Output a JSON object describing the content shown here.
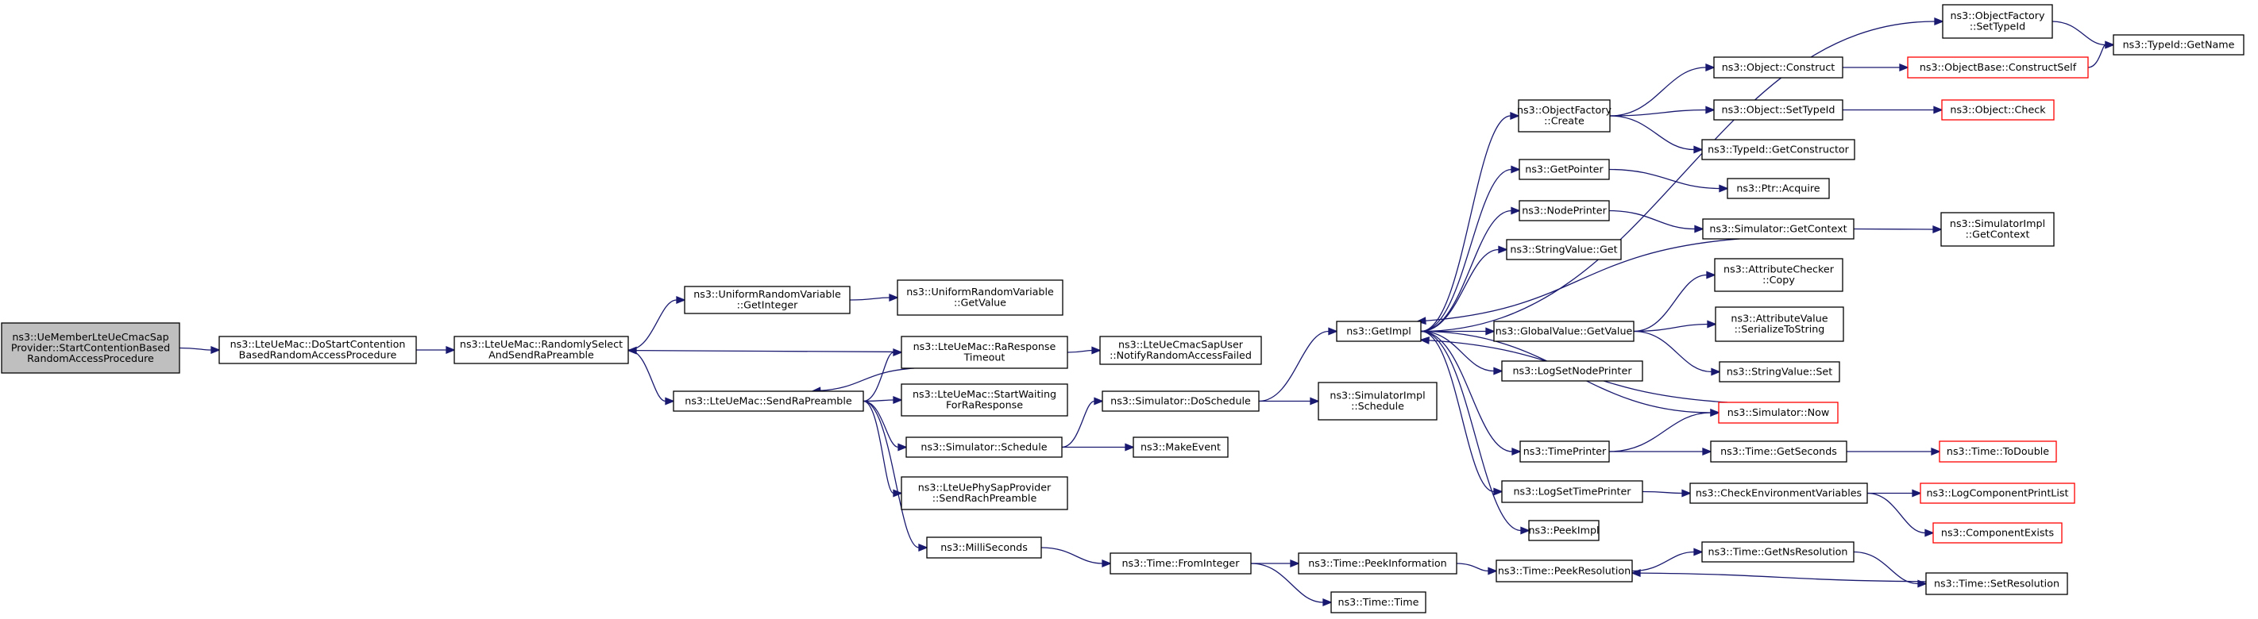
{
  "colors": {
    "edge": "#191970",
    "box_border": "#000000",
    "box_border_external": "#ff0000",
    "root_fill": "#bfbfbf",
    "box_fill": "#ffffff",
    "text": "#000000"
  },
  "nodes": [
    {
      "id": "root",
      "lines": [
        "ns3::UeMemberLteUeCmacSap",
        "Provider::StartContentionBased",
        "RandomAccessProcedure"
      ],
      "style": "root"
    },
    {
      "id": "doStart",
      "lines": [
        "ns3::LteUeMac::DoStartContention",
        "BasedRandomAccessProcedure"
      ],
      "style": "normal"
    },
    {
      "id": "randSel",
      "lines": [
        "ns3::LteUeMac::RandomlySelect",
        "AndSendRaPreamble"
      ],
      "style": "normal"
    },
    {
      "id": "urvGetInt",
      "lines": [
        "ns3::UniformRandomVariable",
        "::GetInteger"
      ],
      "style": "normal"
    },
    {
      "id": "urvGetVal",
      "lines": [
        "ns3::UniformRandomVariable",
        "::GetValue"
      ],
      "style": "normal"
    },
    {
      "id": "sendRa",
      "lines": [
        "ns3::LteUeMac::SendRaPreamble"
      ],
      "style": "normal"
    },
    {
      "id": "raTimeout",
      "lines": [
        "ns3::LteUeMac::RaResponse",
        "Timeout"
      ],
      "style": "normal"
    },
    {
      "id": "notifyFail",
      "lines": [
        "ns3::LteUeCmacSapUser",
        "::NotifyRandomAccessFailed"
      ],
      "style": "normal"
    },
    {
      "id": "startWait",
      "lines": [
        "ns3::LteUeMac::StartWaiting",
        "ForRaResponse"
      ],
      "style": "normal"
    },
    {
      "id": "simSchedule",
      "lines": [
        "ns3::Simulator::Schedule"
      ],
      "style": "normal"
    },
    {
      "id": "sendRach",
      "lines": [
        "ns3::LteUePhySapProvider",
        "::SendRachPreamble"
      ],
      "style": "normal"
    },
    {
      "id": "milli",
      "lines": [
        "ns3::MilliSeconds"
      ],
      "style": "normal"
    },
    {
      "id": "doSchedule",
      "lines": [
        "ns3::Simulator::DoSchedule"
      ],
      "style": "normal"
    },
    {
      "id": "makeEvent",
      "lines": [
        "ns3::MakeEvent"
      ],
      "style": "normal"
    },
    {
      "id": "fromInt",
      "lines": [
        "ns3::Time::FromInteger"
      ],
      "style": "normal"
    },
    {
      "id": "getImpl",
      "lines": [
        "ns3::GetImpl"
      ],
      "style": "normal"
    },
    {
      "id": "simImplSchedule",
      "lines": [
        "ns3::SimulatorImpl",
        "::Schedule"
      ],
      "style": "normal"
    },
    {
      "id": "peekInfo",
      "lines": [
        "ns3::Time::PeekInformation"
      ],
      "style": "normal"
    },
    {
      "id": "timeTime",
      "lines": [
        "ns3::Time::Time"
      ],
      "style": "normal"
    },
    {
      "id": "ofCreate",
      "lines": [
        "ns3::ObjectFactory",
        "::Create"
      ],
      "style": "normal"
    },
    {
      "id": "getPointer",
      "lines": [
        "ns3::GetPointer"
      ],
      "style": "normal"
    },
    {
      "id": "nodePrinter",
      "lines": [
        "ns3::NodePrinter"
      ],
      "style": "normal"
    },
    {
      "id": "strValGet",
      "lines": [
        "ns3::StringValue::Get"
      ],
      "style": "normal"
    },
    {
      "id": "gvGetValue",
      "lines": [
        "ns3::GlobalValue::GetValue"
      ],
      "style": "normal"
    },
    {
      "id": "logSetNode",
      "lines": [
        "ns3::LogSetNodePrinter"
      ],
      "style": "normal"
    },
    {
      "id": "timePrinter",
      "lines": [
        "ns3::TimePrinter"
      ],
      "style": "normal"
    },
    {
      "id": "logSetTime",
      "lines": [
        "ns3::LogSetTimePrinter"
      ],
      "style": "normal"
    },
    {
      "id": "peekImpl",
      "lines": [
        "ns3::PeekImpl"
      ],
      "style": "normal"
    },
    {
      "id": "peekRes",
      "lines": [
        "ns3::Time::PeekResolution"
      ],
      "style": "normal"
    },
    {
      "id": "ofSetTypeId",
      "lines": [
        "ns3::ObjectFactory",
        "::SetTypeId"
      ],
      "style": "normal"
    },
    {
      "id": "objConstruct",
      "lines": [
        "ns3::Object::Construct"
      ],
      "style": "normal"
    },
    {
      "id": "objSetTypeId",
      "lines": [
        "ns3::Object::SetTypeId"
      ],
      "style": "normal"
    },
    {
      "id": "tidGetCtor",
      "lines": [
        "ns3::TypeId::GetConstructor"
      ],
      "style": "normal"
    },
    {
      "id": "ptrAcquire",
      "lines": [
        "ns3::Ptr::Acquire"
      ],
      "style": "normal"
    },
    {
      "id": "simGetContext",
      "lines": [
        "ns3::Simulator::GetContext"
      ],
      "style": "normal"
    },
    {
      "id": "acCopy",
      "lines": [
        "ns3::AttributeChecker",
        "::Copy"
      ],
      "style": "normal"
    },
    {
      "id": "avSerialize",
      "lines": [
        "ns3::AttributeValue",
        "::SerializeToString"
      ],
      "style": "normal"
    },
    {
      "id": "svSet",
      "lines": [
        "ns3::StringValue::Set"
      ],
      "style": "normal"
    },
    {
      "id": "simNow",
      "lines": [
        "ns3::Simulator::Now"
      ],
      "style": "external"
    },
    {
      "id": "getSeconds",
      "lines": [
        "ns3::Time::GetSeconds"
      ],
      "style": "normal"
    },
    {
      "id": "checkEnv",
      "lines": [
        "ns3::CheckEnvironmentVariables"
      ],
      "style": "normal"
    },
    {
      "id": "getNsRes",
      "lines": [
        "ns3::Time::GetNsResolution"
      ],
      "style": "normal"
    },
    {
      "id": "setRes",
      "lines": [
        "ns3::Time::SetResolution"
      ],
      "style": "normal"
    },
    {
      "id": "tidGetName",
      "lines": [
        "ns3::TypeId::GetName"
      ],
      "style": "normal"
    },
    {
      "id": "obConstructSelf",
      "lines": [
        "ns3::ObjectBase::ConstructSelf"
      ],
      "style": "external"
    },
    {
      "id": "objCheck",
      "lines": [
        "ns3::Object::Check"
      ],
      "style": "external"
    },
    {
      "id": "siGetContext",
      "lines": [
        "ns3::SimulatorImpl",
        "::GetContext"
      ],
      "style": "normal"
    },
    {
      "id": "toDouble",
      "lines": [
        "ns3::Time::ToDouble"
      ],
      "style": "external"
    },
    {
      "id": "logCompPrint",
      "lines": [
        "ns3::LogComponentPrintList"
      ],
      "style": "external"
    },
    {
      "id": "compExists",
      "lines": [
        "ns3::ComponentExists"
      ],
      "style": "external"
    }
  ],
  "edges": [
    [
      "root",
      "doStart"
    ],
    [
      "doStart",
      "randSel"
    ],
    [
      "randSel",
      "urvGetInt"
    ],
    [
      "randSel",
      "sendRa"
    ],
    [
      "urvGetInt",
      "urvGetVal"
    ],
    [
      "sendRa",
      "raTimeout"
    ],
    [
      "sendRa",
      "startWait"
    ],
    [
      "sendRa",
      "simSchedule"
    ],
    [
      "sendRa",
      "sendRach"
    ],
    [
      "sendRa",
      "milli"
    ],
    [
      "raTimeout",
      "randSel"
    ],
    [
      "raTimeout",
      "sendRa"
    ],
    [
      "raTimeout",
      "notifyFail"
    ],
    [
      "simSchedule",
      "doSchedule"
    ],
    [
      "simSchedule",
      "makeEvent"
    ],
    [
      "milli",
      "fromInt"
    ],
    [
      "doSchedule",
      "getImpl"
    ],
    [
      "doSchedule",
      "simImplSchedule"
    ],
    [
      "fromInt",
      "peekInfo"
    ],
    [
      "fromInt",
      "timeTime"
    ],
    [
      "getImpl",
      "ofSetTypeId"
    ],
    [
      "getImpl",
      "ofCreate"
    ],
    [
      "getImpl",
      "getPointer"
    ],
    [
      "getImpl",
      "nodePrinter"
    ],
    [
      "getImpl",
      "strValGet"
    ],
    [
      "getImpl",
      "gvGetValue"
    ],
    [
      "getImpl",
      "logSetNode"
    ],
    [
      "getImpl",
      "simNow"
    ],
    [
      "getImpl",
      "timePrinter"
    ],
    [
      "getImpl",
      "logSetTime"
    ],
    [
      "getImpl",
      "peekImpl"
    ],
    [
      "peekInfo",
      "peekRes"
    ],
    [
      "ofSetTypeId",
      "tidGetName"
    ],
    [
      "ofCreate",
      "objConstruct"
    ],
    [
      "ofCreate",
      "objSetTypeId"
    ],
    [
      "ofCreate",
      "tidGetCtor"
    ],
    [
      "objConstruct",
      "obConstructSelf"
    ],
    [
      "obConstructSelf",
      "tidGetName"
    ],
    [
      "objSetTypeId",
      "objCheck"
    ],
    [
      "getPointer",
      "ptrAcquire"
    ],
    [
      "nodePrinter",
      "simGetContext"
    ],
    [
      "simGetContext",
      "siGetContext"
    ],
    [
      "simGetContext",
      "getImpl"
    ],
    [
      "gvGetValue",
      "acCopy"
    ],
    [
      "gvGetValue",
      "avSerialize"
    ],
    [
      "gvGetValue",
      "svSet"
    ],
    [
      "simNow",
      "getImpl"
    ],
    [
      "timePrinter",
      "simNow"
    ],
    [
      "timePrinter",
      "getSeconds"
    ],
    [
      "getSeconds",
      "toDouble"
    ],
    [
      "logSetTime",
      "checkEnv"
    ],
    [
      "checkEnv",
      "logCompPrint"
    ],
    [
      "checkEnv",
      "compExists"
    ],
    [
      "peekRes",
      "getNsRes"
    ],
    [
      "getNsRes",
      "setRes"
    ],
    [
      "setRes",
      "peekRes"
    ]
  ]
}
